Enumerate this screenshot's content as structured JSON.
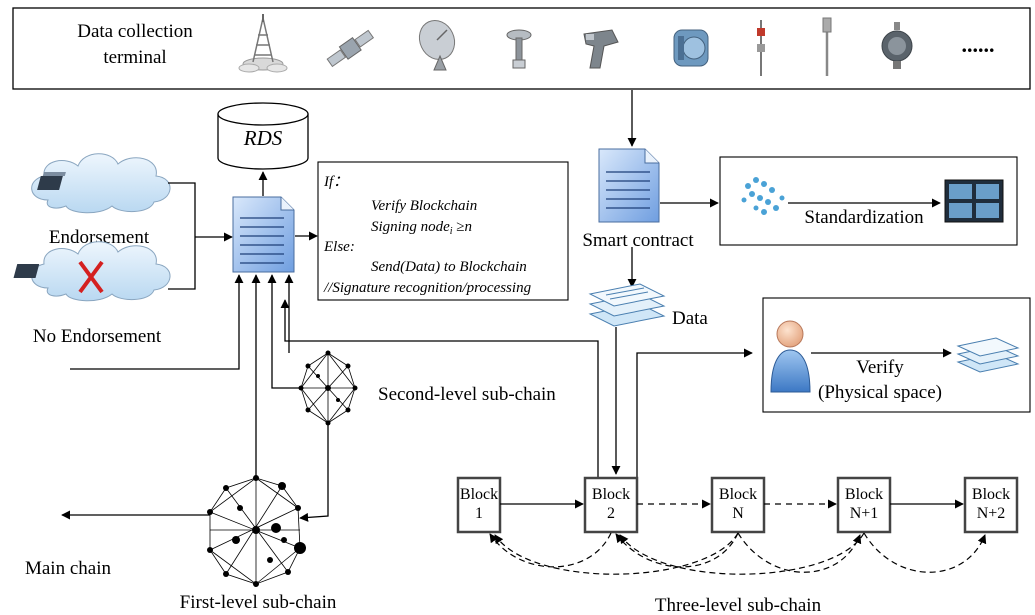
{
  "terminal": {
    "label_line1": "Data collection",
    "label_line2": "terminal",
    "devices": [
      "tower-icon",
      "satellite-icon",
      "dish-antenna-icon",
      "gps-receiver-icon",
      "barcode-scanner-icon",
      "flow-meter-icon",
      "probe-sensor-icon",
      "probe-rod-icon",
      "gauge-icon"
    ],
    "ellipsis": "......"
  },
  "rds": {
    "label": "RDS"
  },
  "endorsement": {
    "label": "Endorsement"
  },
  "no_endorsement": {
    "label": "No Endorsement"
  },
  "condition_box": {
    "if": "If：",
    "verify": "Verify Blockchain",
    "signing": "Signing node",
    "signing_sub": "i",
    "signing_cmp": " ≥n",
    "else": "Else:",
    "send": "Send(Data) to Blockchain",
    "comment": "//Signature recognition/processing"
  },
  "smart_contract": {
    "label": "Smart contract"
  },
  "standardization": {
    "label": "Standardization"
  },
  "data": {
    "label": "Data"
  },
  "verify_box": {
    "line1": "Verify",
    "line2": "(Physical space)"
  },
  "second_level": {
    "label": "Second-level sub-chain"
  },
  "first_level": {
    "label": "First-level sub-chain"
  },
  "main_chain": {
    "label": "Main chain"
  },
  "three_level": {
    "label": "Three-level sub-chain"
  },
  "blocks": [
    {
      "line1": "Block",
      "line2": "1"
    },
    {
      "line1": "Block",
      "line2": "2"
    },
    {
      "line1": "Block",
      "line2": "N"
    },
    {
      "line1": "Block",
      "line2": "N+1"
    },
    {
      "line1": "Block",
      "line2": "N+2"
    }
  ]
}
